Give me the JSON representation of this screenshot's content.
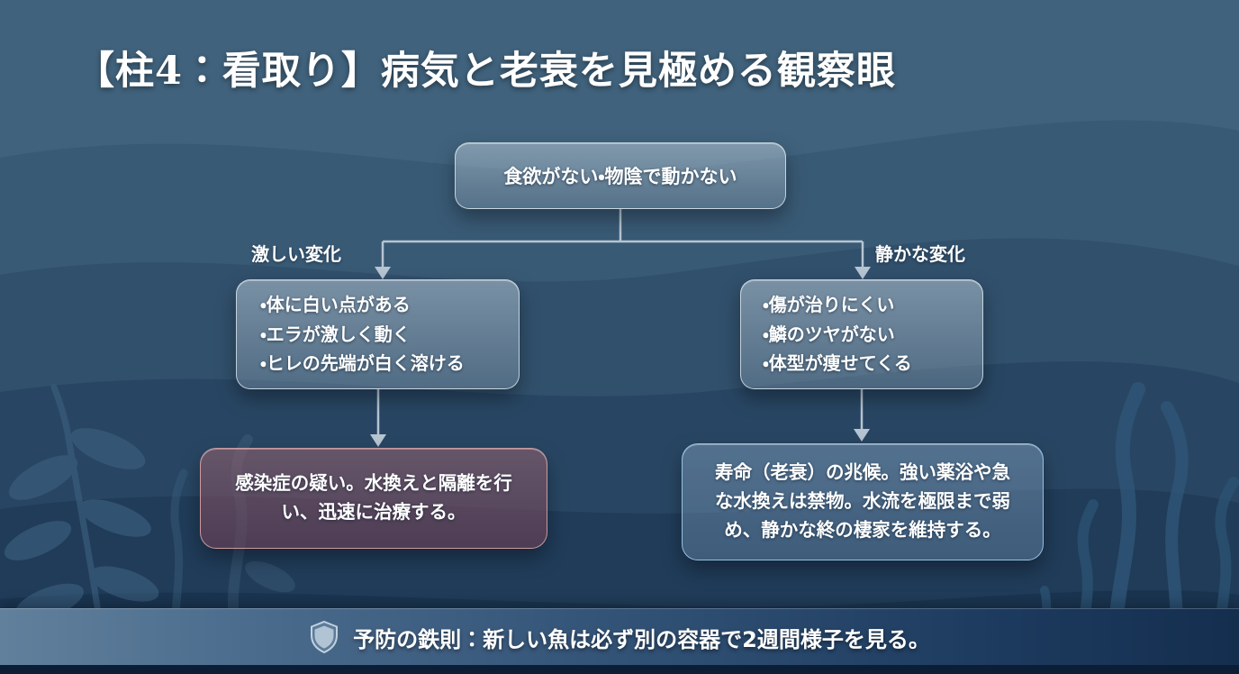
{
  "page": {
    "title": "【柱4：看取り】病気と老衰を見極める観察眼"
  },
  "flowchart": {
    "root": {
      "label": "食欲がない・物陰で動かない"
    },
    "branches": {
      "left_label": "激しい変化",
      "right_label": "静かな変化"
    },
    "acute_symptoms": {
      "items": [
        "・体に白い点がある",
        "・エラが激しく動く",
        "・ヒレの先端が白く溶ける"
      ]
    },
    "quiet_symptoms": {
      "items": [
        "・傷が治りにくい",
        "・鱗のツヤがない",
        "・体型が痩せてくる"
      ]
    },
    "conclusion_disease": {
      "text": "感染症の疑い。水換えと隔離を行い、迅速に治療する。"
    },
    "conclusion_aging": {
      "text": "寿命（老衰）の兆候。強い薬浴や急な水換えは禁物。水流を極限まで弱め、静かな終の棲家を維持する。"
    }
  },
  "footer": {
    "icon": "shield-icon",
    "text": "予防の鉄則：新しい魚は必ず別の容器で2週間様子を見る。"
  },
  "colors": {
    "background_top": "#40627c",
    "background_bottom": "#16304d",
    "connector_line": "#b6c5d2",
    "node_border": "#dceaf3",
    "alert_border": "#e2a8a8",
    "calm_border": "#9ec9eb",
    "footer_left": "#60809c",
    "footer_right": "#142e4e",
    "text": "#ffffff"
  }
}
